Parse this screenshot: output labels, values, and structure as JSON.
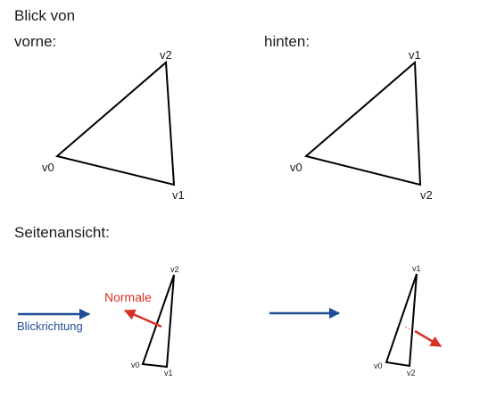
{
  "title": "Blick von",
  "front": {
    "heading": "vorne:",
    "labels": {
      "v0": "v0",
      "v1": "v1",
      "v2": "v2"
    }
  },
  "back": {
    "heading": "hinten:",
    "labels": {
      "v0": "v0",
      "v1": "v1",
      "v2": "v2"
    }
  },
  "side": {
    "heading": "Seitenansicht:",
    "view_direction_label": "Blickrichtung",
    "normal_label": "Normale",
    "left_labels": {
      "v0": "v0",
      "v1": "v1",
      "v2": "v2"
    },
    "right_labels": {
      "v0": "v0",
      "v1": "v1",
      "v2": "v2"
    }
  },
  "colors": {
    "outline": "#000000",
    "view_arrow": "#1f4e96",
    "normal_arrow": "#d93025"
  }
}
